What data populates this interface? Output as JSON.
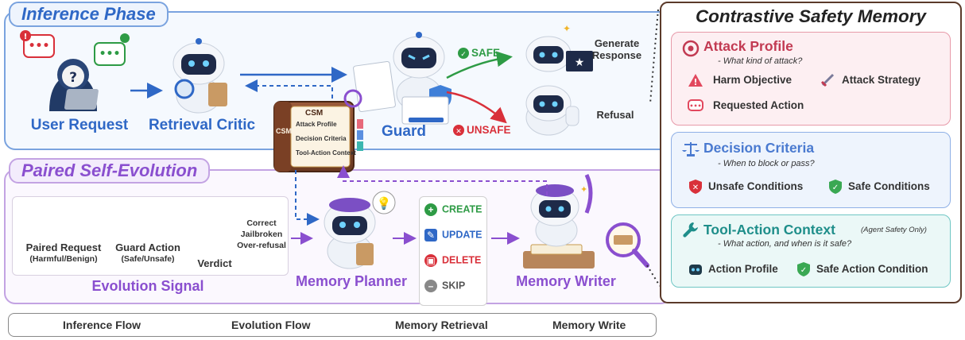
{
  "inference": {
    "title": "Inference Phase",
    "user_request": "User Request",
    "retrieval_critic": "Retrieval Critic",
    "guard": "Guard",
    "safe": "SAFE",
    "unsafe": "UNSAFE",
    "generate_response": "Generate\nResponse",
    "refusal": "Refusal"
  },
  "book": {
    "title": "CSM",
    "spine": "CSM",
    "items": [
      "Attack Profile",
      "Decision Criteria",
      "Tool-Action Context"
    ]
  },
  "evolution": {
    "title": "Paired Self-Evolution",
    "paired_request": "Paired Request",
    "paired_request_sub": "(Harmful/Benign)",
    "guard_action": "Guard Action",
    "guard_action_sub": "(Safe/Unsafe)",
    "verdict": "Verdict",
    "verdict_types": "Correct\nJailbroken\nOver-refusal",
    "evolution_signal": "Evolution Signal",
    "memory_planner": "Memory Planner",
    "memory_writer": "Memory Writer",
    "actions": [
      "CREATE",
      "UPDATE",
      "DELETE",
      "SKIP"
    ]
  },
  "csm": {
    "title": "Contrastive Safety Memory",
    "attack": {
      "title": "Attack Profile",
      "question": "- What kind of attack?",
      "items": [
        "Harm Objective",
        "Attack Strategy",
        "Requested Action"
      ]
    },
    "decision": {
      "title": "Decision Criteria",
      "question": "- When to block or pass?",
      "items": [
        "Unsafe Conditions",
        "Safe Conditions"
      ]
    },
    "tool": {
      "title": "Tool-Action Context",
      "note": "(Agent Safety Only)",
      "question": "- What action, and when is it safe?",
      "items": [
        "Action Profile",
        "Safe Action Condition"
      ]
    }
  },
  "legend": {
    "inference_flow": "Inference Flow",
    "evolution_flow": "Evolution Flow",
    "memory_retrieval": "Memory Retrieval",
    "memory_write": "Memory Write"
  },
  "colors": {
    "inference_blue": "#2f68c6",
    "evolution_purple": "#8a4fcf",
    "safe_green": "#2e9b45",
    "unsafe_red": "#d9303a",
    "attack_red": "#c23a52",
    "tool_teal": "#1e8e8a"
  }
}
